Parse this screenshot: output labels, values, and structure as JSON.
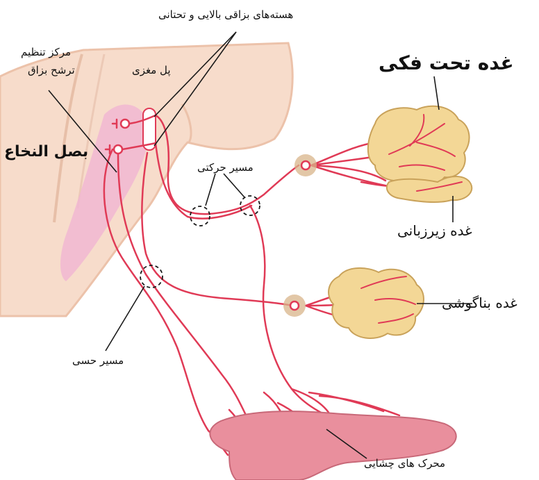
{
  "labels": {
    "nuclei": "هسته‌های بزاقی بالایی و تحتانی",
    "center_line1": "مرکز تنظیم",
    "center_line2": "ترشح بزاق",
    "pons": "پل مغزی",
    "medulla": "بصل النخاع",
    "submandibular": "غده تحت فکی",
    "motor_path": "مسیر حرکتی",
    "sublingual": "غده زیرزبانی",
    "parotid": "غده بناگوشی",
    "sensory_path": "مسیر حسی",
    "taste_receptors": "محرک های چشایی"
  },
  "colors": {
    "brain": "#f7dccb",
    "brain_outline": "#ecc2aa",
    "nucleus_region": "#f1b7d2",
    "nerve": "#e03a56",
    "gland": "#f3d796",
    "gland_outline": "#c9a25a",
    "ganglion": "#d8b489",
    "tongue": "#e98f9d",
    "tongue_outline": "#c86878",
    "leader": "#1a1a1a"
  }
}
